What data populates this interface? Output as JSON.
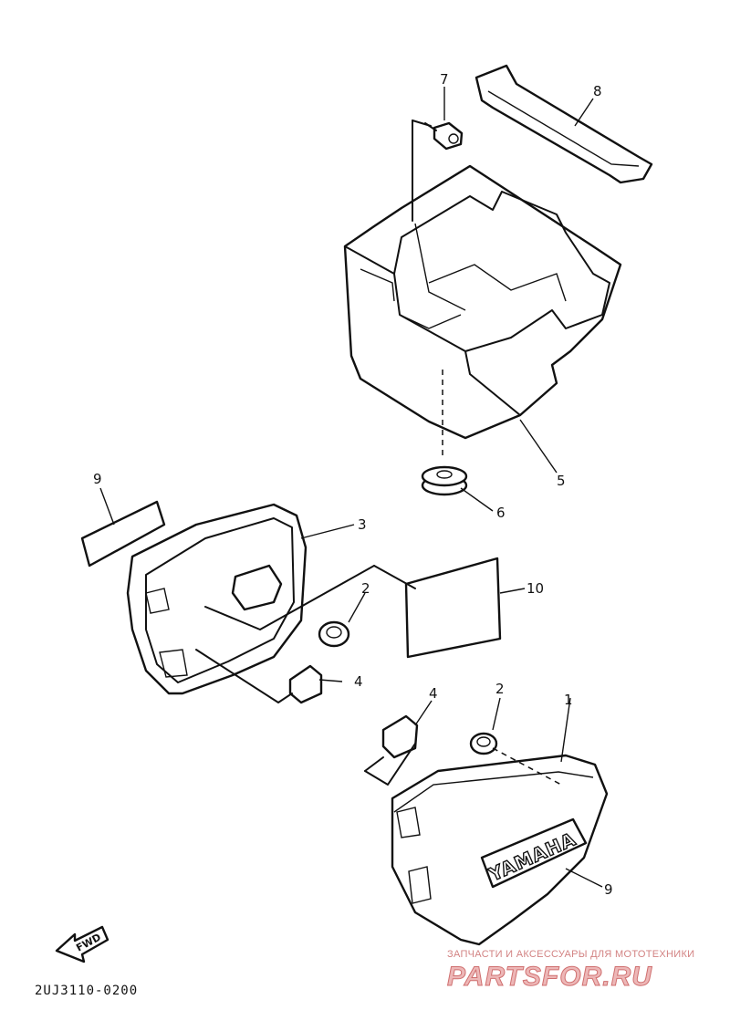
{
  "diagram_code": "2UJ3110-0200",
  "callouts": {
    "c1": "1",
    "c2a": "2",
    "c2b": "2",
    "c3": "3",
    "c4a": "4",
    "c4b": "4",
    "c5": "5",
    "c6": "6",
    "c7": "7",
    "c8": "8",
    "c9a": "9",
    "c9b": "9",
    "c10": "10"
  },
  "emblem_text": "YAMAHA",
  "fwd_label": "FWD",
  "watermark": {
    "top": "ЗАПЧАСТИ И АКСЕССУАРЫ ДЛЯ МОТОТЕХНИКИ",
    "main": "PARTSFOR.RU",
    "color": "#c04040"
  }
}
